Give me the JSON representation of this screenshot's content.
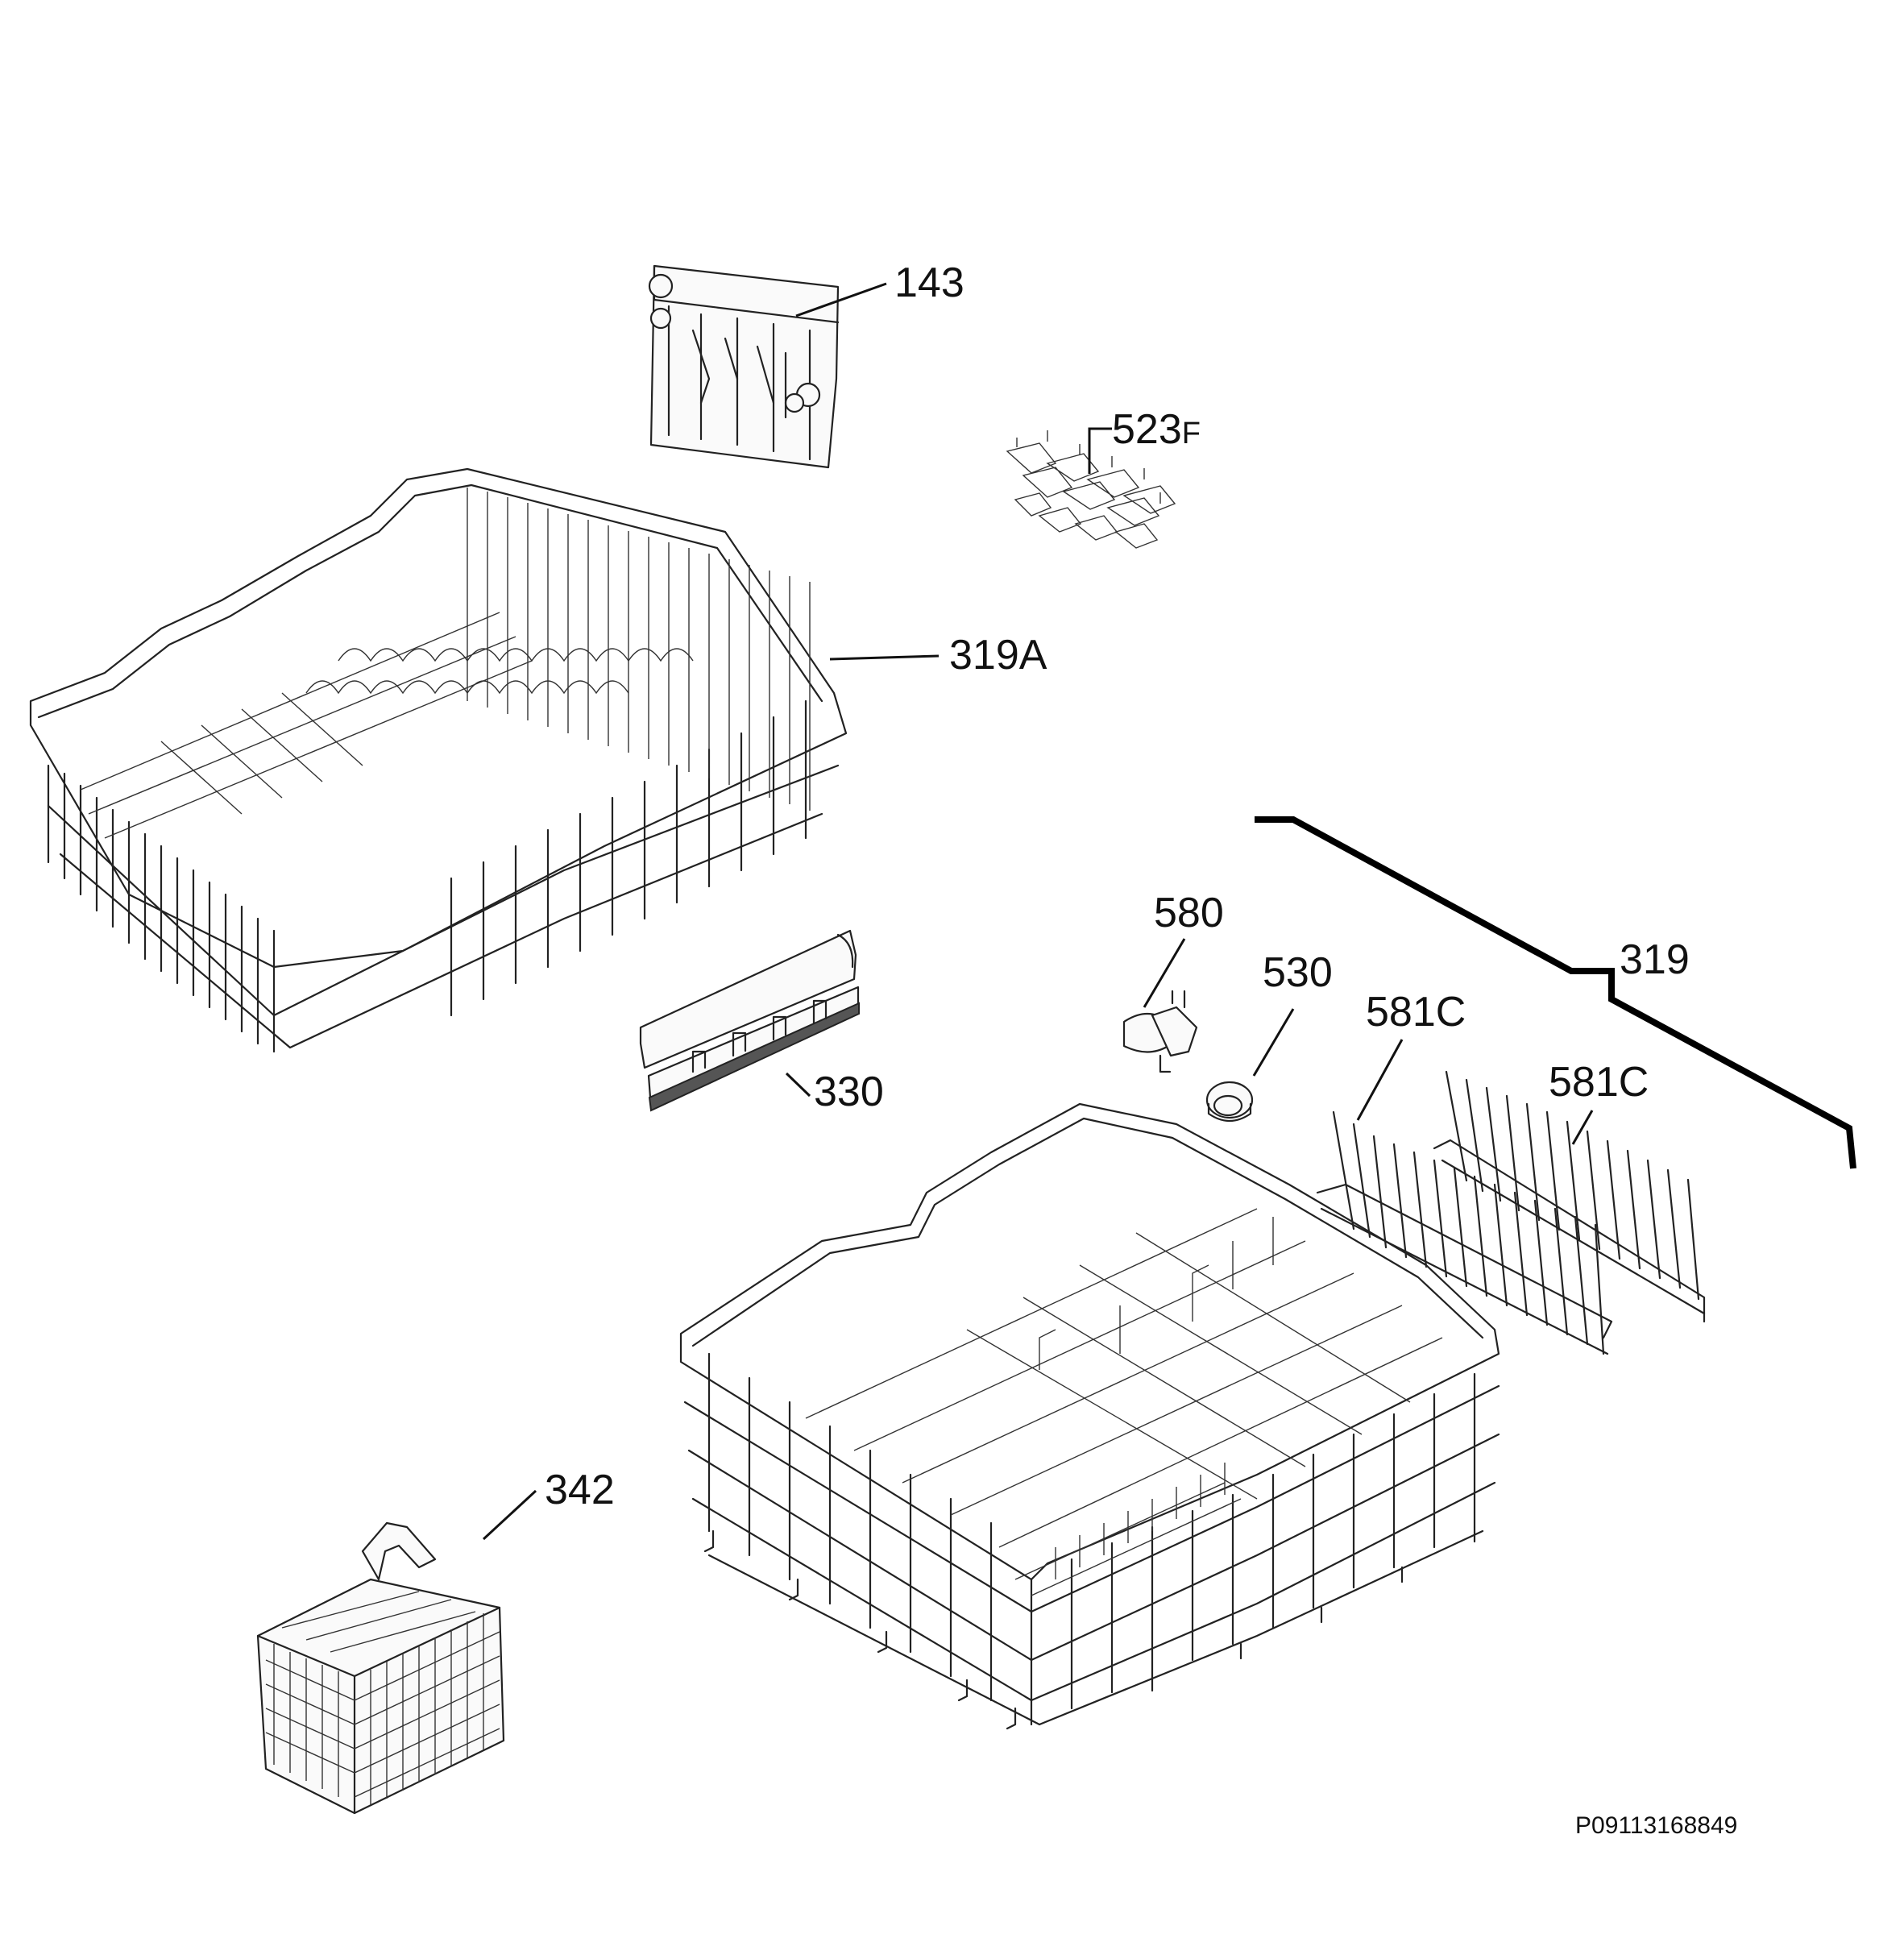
{
  "diagram": {
    "document_id": "P09113168849",
    "callouts": [
      {
        "id": "143",
        "text": "143"
      },
      {
        "id": "523",
        "text": "523",
        "suffix": "F"
      },
      {
        "id": "319A",
        "text": "319A"
      },
      {
        "id": "319",
        "text": "319"
      },
      {
        "id": "580",
        "text": "580"
      },
      {
        "id": "530",
        "text": "530"
      },
      {
        "id": "581C-a",
        "text": "581C"
      },
      {
        "id": "581C-b",
        "text": "581C"
      },
      {
        "id": "330",
        "text": "330"
      },
      {
        "id": "342",
        "text": "342"
      }
    ],
    "parts": [
      {
        "id": "143",
        "icon": "rail-bracket-icon"
      },
      {
        "id": "523",
        "icon": "clip-set-icon"
      },
      {
        "id": "319A",
        "icon": "upper-basket-icon"
      },
      {
        "id": "330",
        "icon": "cup-rack-flap-icon"
      },
      {
        "id": "580",
        "icon": "wheel-holder-icon"
      },
      {
        "id": "530",
        "icon": "wheel-icon"
      },
      {
        "id": "581C",
        "icon": "plate-tine-rack-icon"
      },
      {
        "id": "319",
        "icon": "lower-basket-icon"
      },
      {
        "id": "342",
        "icon": "cutlery-basket-icon"
      }
    ]
  }
}
